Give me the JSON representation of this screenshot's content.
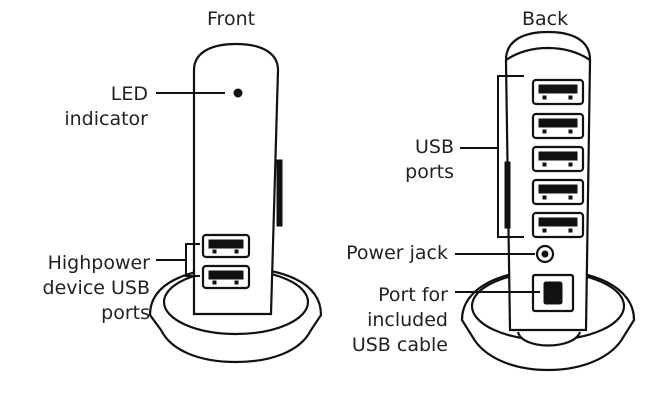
{
  "front": {
    "title": "Front",
    "labels": {
      "led_line1": "LED",
      "led_line2": "indicator",
      "hp_line1": "Highpower",
      "hp_line2": "device USB",
      "hp_line3": "ports"
    }
  },
  "back": {
    "title": "Back",
    "labels": {
      "usb_line1": "USB",
      "usb_line2": "ports",
      "power_jack": "Power jack",
      "port_line1": "Port for",
      "port_line2": "included",
      "port_line3": "USB cable"
    }
  },
  "icons": {
    "front_device": "usb-hub-front-icon",
    "back_device": "usb-hub-back-icon"
  },
  "colors": {
    "stroke": "#111111",
    "background": "#ffffff"
  }
}
